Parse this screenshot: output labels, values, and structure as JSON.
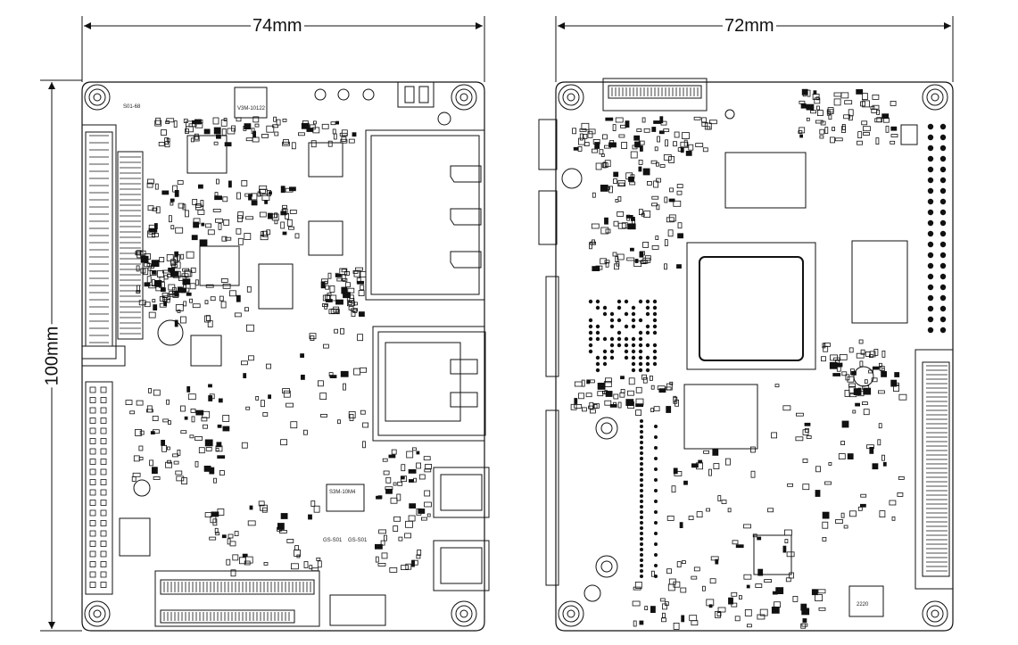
{
  "dimensions": {
    "left_width": "74mm",
    "right_width": "72mm",
    "height": "100mm"
  },
  "silkscreen": {
    "left_top_chip": "V3M-10122",
    "left_small_tag": "S01-68",
    "left_mid_chip": "S3M-10M4",
    "left_jumper_a": "GS-S01",
    "left_jumper_b": "GS-S01",
    "right_bottom_tag": "2220"
  }
}
